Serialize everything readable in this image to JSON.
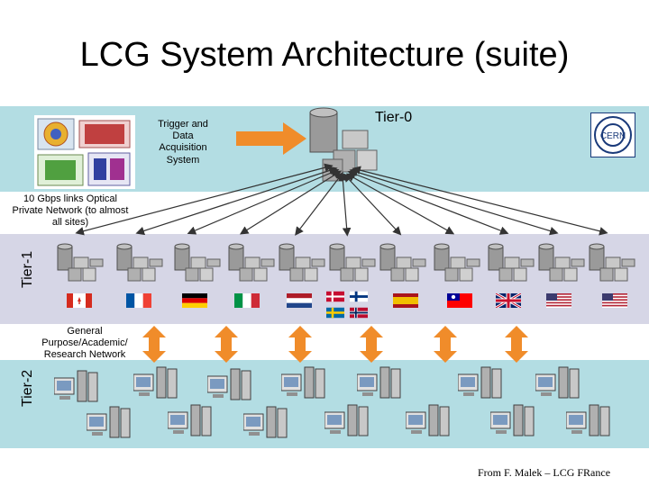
{
  "title": "LCG System Architecture (suite)",
  "tier0": {
    "label": "Tier-0",
    "trigger_label": "Trigger and Data Acquisition System"
  },
  "tier1": {
    "label": "Tier-1",
    "links_label": "10 Gbps links Optical Private Network (to almost all sites)"
  },
  "tier2": {
    "label": "Tier-2",
    "network_label": "General Purpose/Academic/ Research Network"
  },
  "credit": "From F. Malek – LCG FRance",
  "icons": {
    "experiment": "experiment-detector-image",
    "cern": "cern-logo",
    "tier0_server": "server-cluster-icon",
    "tier1_server": "server-cluster-icon",
    "tier2_pc": "workstation-icon"
  },
  "flags": [
    "canada",
    "france",
    "germany",
    "italy",
    "netherlands",
    "nordic-denmark-finland-sweden-norway",
    "spain",
    "taiwan",
    "uk",
    "usa",
    "usa"
  ],
  "colors": {
    "band_blue": "#b3dde3",
    "band_lilac": "#d6d6e6",
    "arrow_orange": "#f08c2a"
  }
}
